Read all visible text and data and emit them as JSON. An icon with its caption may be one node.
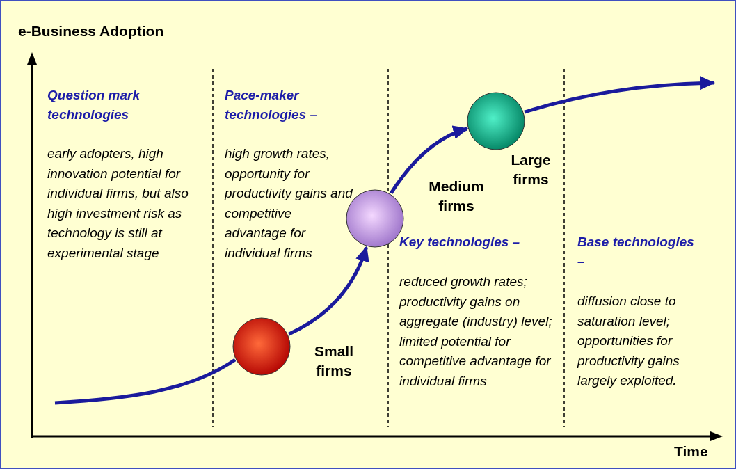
{
  "diagram": {
    "nodes": [
      {
        "text": [],
        "shape": "circle",
        "beside": [
          "Small firms"
        ]
      },
      {
        "text": [],
        "shape": "circle",
        "beside": [
          "Medium firms"
        ]
      },
      {
        "text": [],
        "shape": "circle",
        "beside": [
          "Large firms"
        ]
      }
    ],
    "edges": [
      {
        "from": 0,
        "to": 1,
        "arrow": "to"
      },
      {
        "from": 1,
        "to": 2,
        "arrow": "to"
      },
      {
        "from": 2,
        "to": null,
        "arrow": "to"
      }
    ],
    "labels": [
      "e-Business Adoption",
      "Question mark technologies",
      "early adopters, high innovation potential for individual firms, but also high investment risk as technology is still at experimental stage",
      "Pace-maker technologies –",
      "high growth rates, opportunity for productivity gains and competitive advantage for individual firms",
      "Key technologies –",
      "reduced growth rates; productivity gains on aggregate (industry) level; limited potential for competitive advantage for individual firms",
      "Base technologies –",
      "diffusion close to saturation level; opportunities for productivity gains largely exploited.",
      "Time"
    ]
  }
}
